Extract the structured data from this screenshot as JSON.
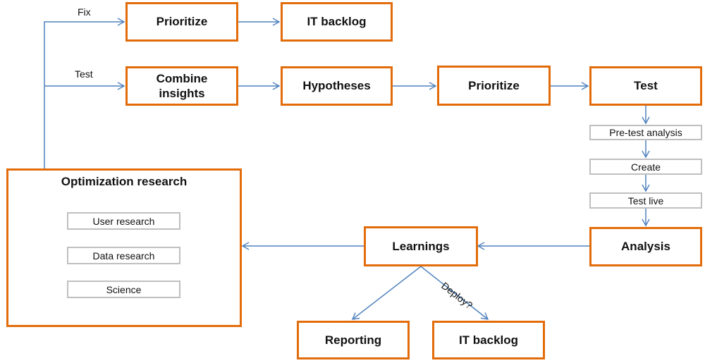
{
  "colors": {
    "box_border": "#E36C0A",
    "sub_border": "#bfbfbf",
    "arrow": "#4F81BD"
  },
  "nodes": {
    "prioritize_fix": "Prioritize",
    "it_backlog_top": "IT backlog",
    "combine_insights": "Combine insights",
    "hypotheses": "Hypotheses",
    "prioritize_test": "Prioritize",
    "test": "Test",
    "pre_test_analysis": "Pre-test analysis",
    "create": "Create",
    "test_live": "Test live",
    "analysis": "Analysis",
    "learnings": "Learnings",
    "reporting": "Reporting",
    "it_backlog_bottom": "IT backlog",
    "optimization_research": "Optimization research",
    "user_research": "User research",
    "data_research": "Data research",
    "science": "Science"
  },
  "edge_labels": {
    "fix": "Fix",
    "test": "Test",
    "deploy": "Deploy?"
  }
}
